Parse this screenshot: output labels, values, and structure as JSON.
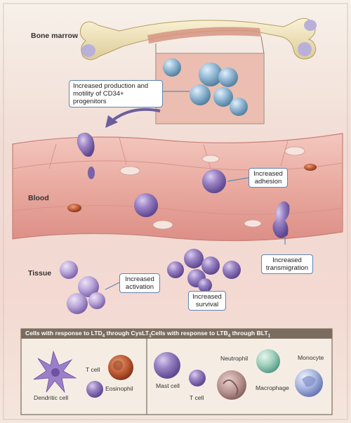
{
  "regions": {
    "bone_marrow": "Bone marrow",
    "blood": "Blood",
    "tissue": "Tissue"
  },
  "callouts": {
    "production": "Increased production and motility of CD34+ progenitors",
    "adhesion": "Increased adhesion",
    "transmigration": "Increased transmigration",
    "activation": "Increased activation",
    "survival": "Increased survival"
  },
  "legend": {
    "left": {
      "title_pre": "Cells with response to LTD",
      "title_sub1": "4",
      "title_mid": " through CysLT",
      "title_sub2": "1",
      "cells": [
        "Dendritic cell",
        "T cell",
        "Eosinophil"
      ]
    },
    "right": {
      "title_pre": "Cells with response to LTB",
      "title_sub1": "4",
      "title_mid": " through BLT",
      "title_sub2": "1",
      "cells": [
        "Mast cell",
        "T cell",
        "Neutrophil",
        "Macrophage",
        "Monocyte"
      ]
    }
  },
  "colors": {
    "legend_header": "#7a6d5f",
    "callout_border": "#5f86b3",
    "vessel": "#e7a9a1",
    "eosinophil_purple": "#8b6fb7",
    "progenitor_blue": "#8fb3cf"
  },
  "icons": [
    "arrow-icon",
    "bone-icon"
  ]
}
